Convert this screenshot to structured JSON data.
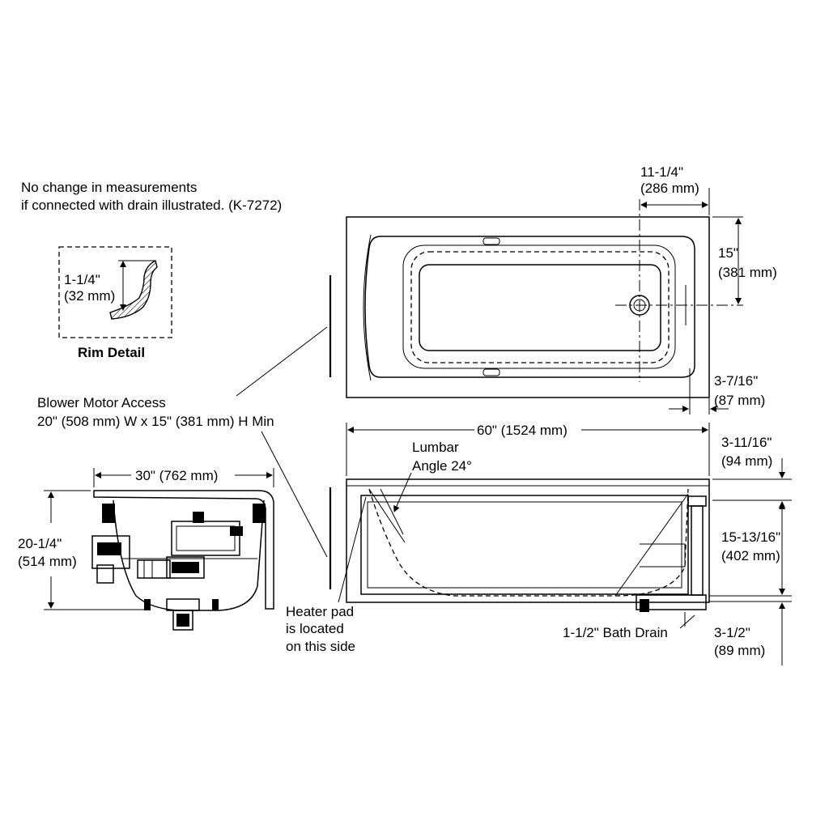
{
  "notes": {
    "no_change_line1": "No change in measurements",
    "no_change_line2": "if connected with drain illustrated. (K-7272)",
    "blower_line1": "Blower Motor Access",
    "blower_line2": "20\" (508 mm) W x 15\" (381 mm) H Min",
    "heater_line1": "Heater pad",
    "heater_line2": "is located",
    "heater_line3": "on this side",
    "lumbar_line1": "Lumbar",
    "lumbar_line2": "Angle 24°",
    "bath_drain": "1-1/2\" Bath Drain"
  },
  "rim_detail": {
    "title": "Rim Detail",
    "dim_line1": "1-1/4\"",
    "dim_line2": "(32 mm)"
  },
  "dimensions": {
    "drain_offset_in": "11-1/4\"",
    "drain_offset_mm": "(286 mm)",
    "drain_depth_in": "15\"",
    "drain_depth_mm": "(381 mm)",
    "apron_in": "3-7/16\"",
    "apron_mm": "(87 mm)",
    "length_total": "60\" (1524 mm)",
    "rim_height_in": "3-11/16\"",
    "rim_height_mm": "(94 mm)",
    "drain_height_in": "15-13/16\"",
    "drain_height_mm": "(402 mm)",
    "drain_below_in": "3-1/2\"",
    "drain_below_mm": "(89 mm)",
    "width_total": "30\" (762 mm)",
    "height_total_in": "20-1/4\"",
    "height_total_mm": "(514 mm)"
  }
}
